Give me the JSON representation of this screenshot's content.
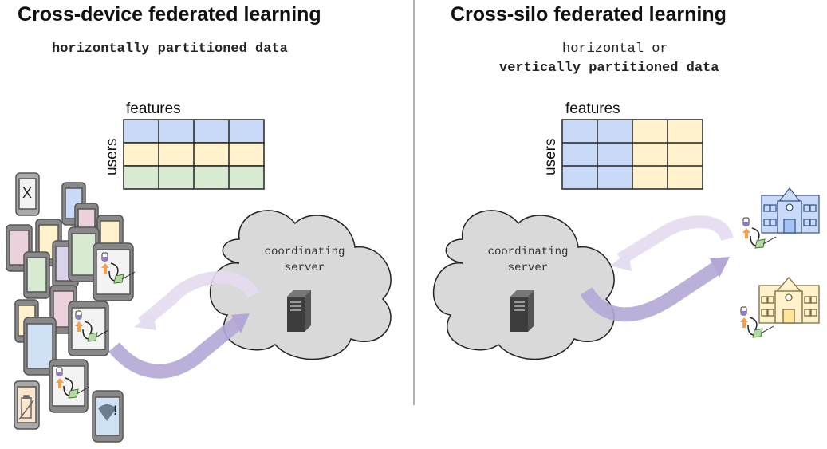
{
  "left": {
    "title": "Cross-device federated learning",
    "subtitle": "horizontally partitioned data",
    "table_cols_label": "features",
    "table_rows_label": "users",
    "server_line1": "coordinating",
    "server_line2": "server",
    "offline_glyph": "X",
    "signal_glyph": "!"
  },
  "right": {
    "title": "Cross-silo federated learning",
    "subtitle_line1": "horizontal or",
    "subtitle_line2": "vertically partitioned data",
    "table_cols_label": "features",
    "table_rows_label": "users",
    "server_line1": "coordinating",
    "server_line2": "server"
  },
  "colors": {
    "blue": "#c9daf8",
    "yellow": "#fff2cc",
    "green": "#d9ead3",
    "cloud": "#d9d9d9",
    "arrow_dark": "#b4a7d6",
    "arrow_light": "#e4dcf0",
    "orange": "#f6a04d",
    "divider": "#999999"
  }
}
